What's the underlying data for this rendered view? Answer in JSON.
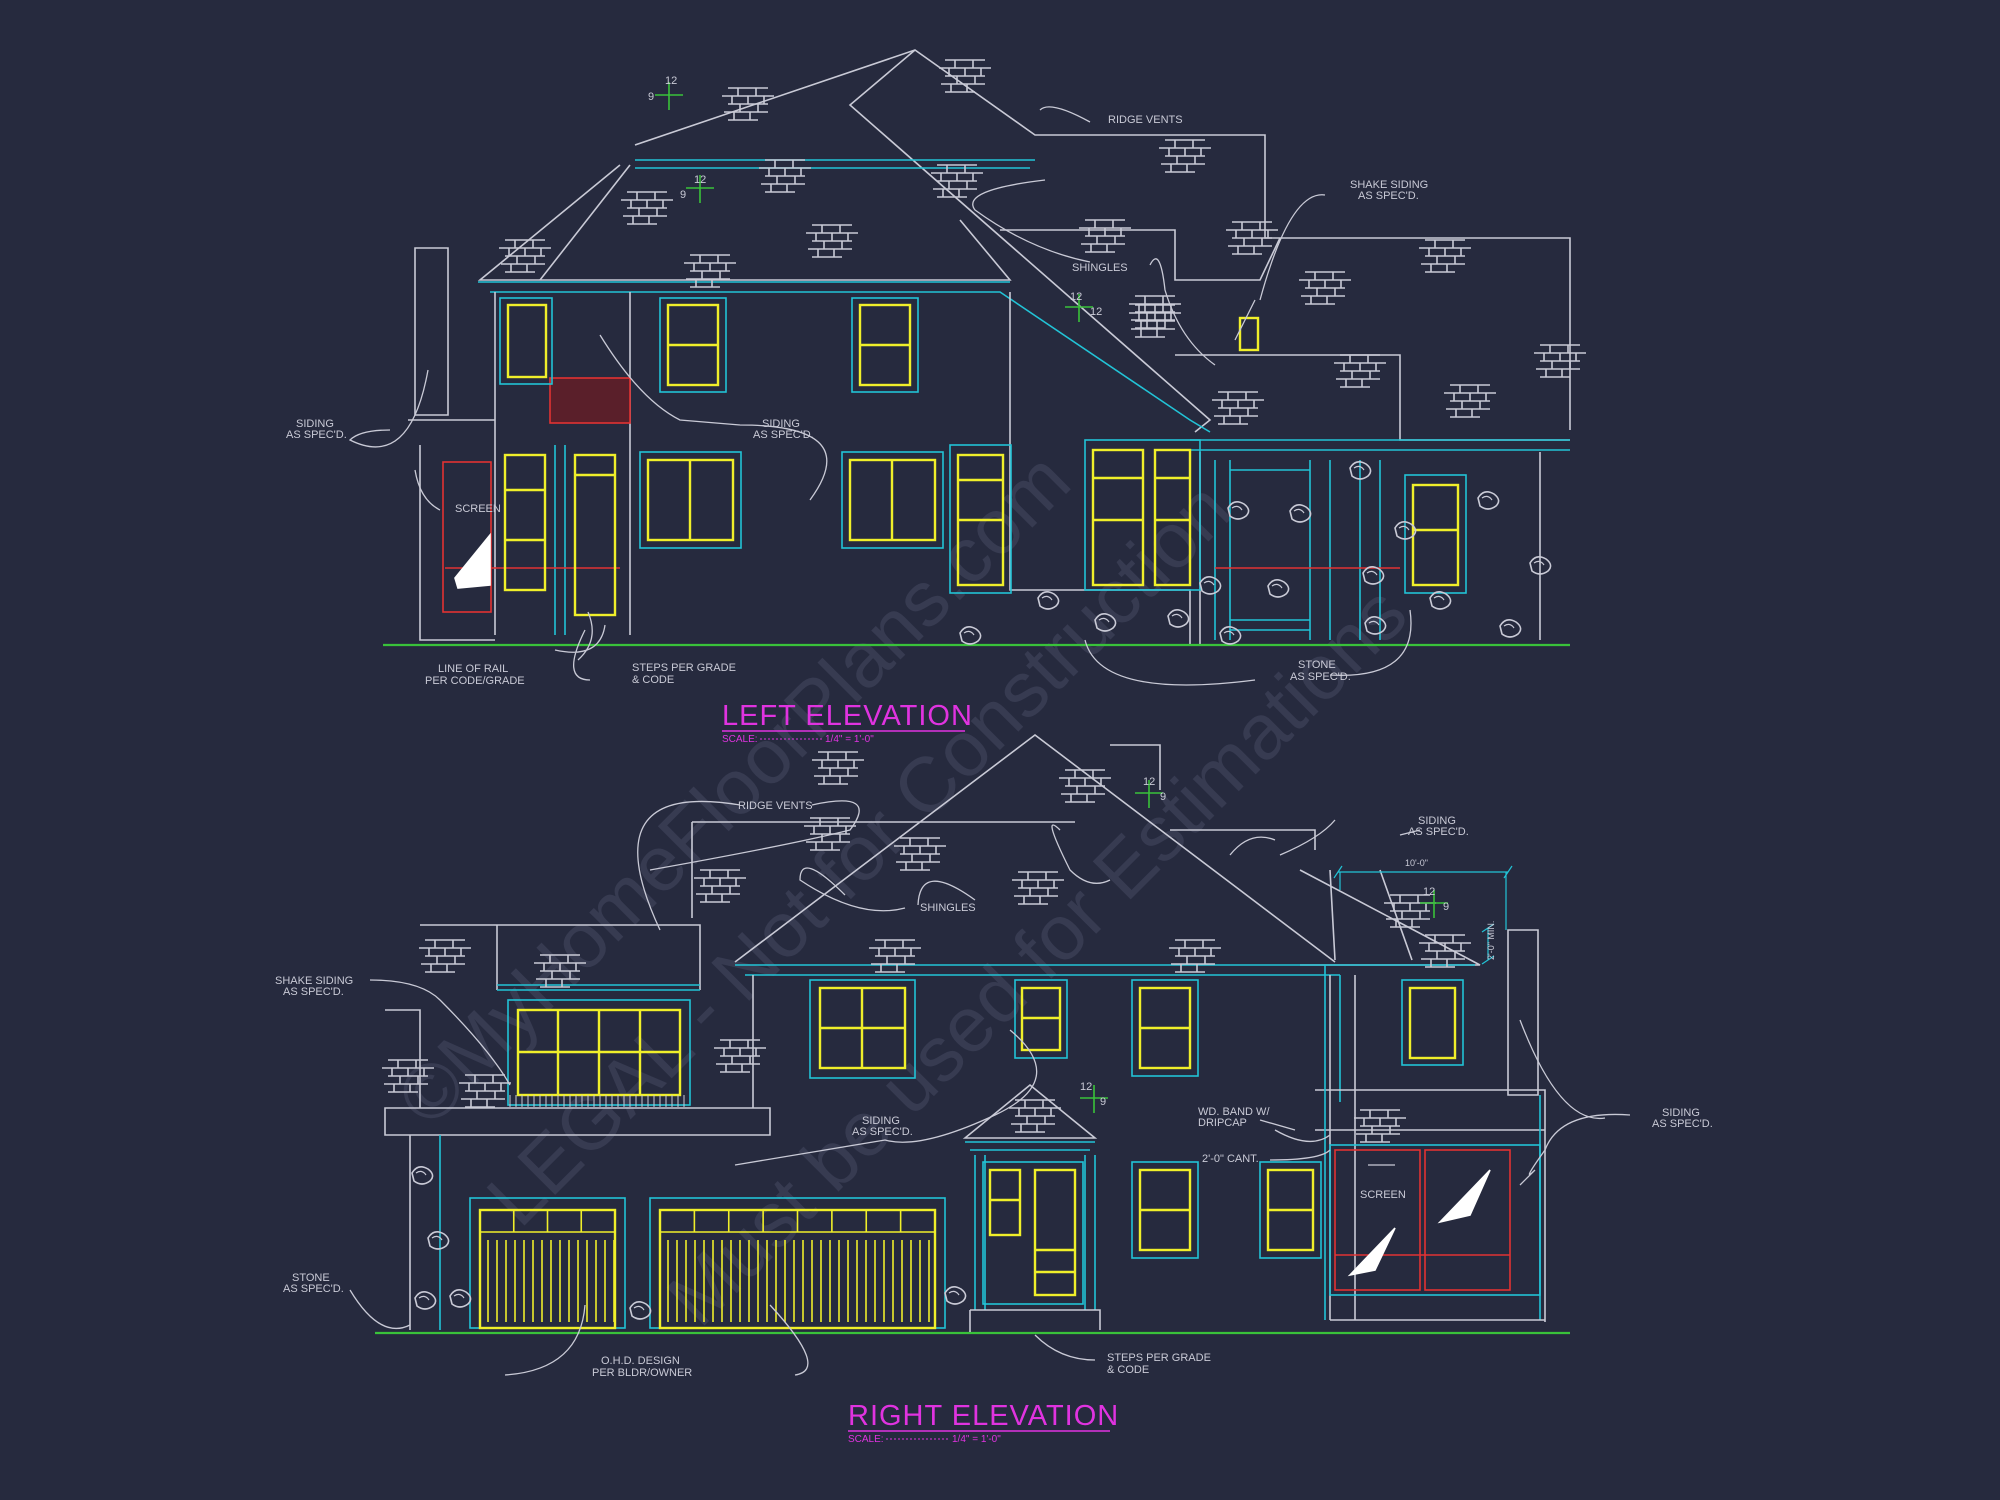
{
  "colors": {
    "background": "#262a3e",
    "linework": "#c9cad6",
    "trim": "#22c3d6",
    "window": "#f0ef2a",
    "title": "#e033e0",
    "grade": "#39c23a",
    "rail": "#e13333",
    "watermark": "#3a3e55"
  },
  "left_elevation": {
    "title": "LEFT ELEVATION",
    "scale_label": "SCALE:",
    "scale_value": "1/4\" = 1'-0\"",
    "notes": {
      "ridge_vents": "RIDGE VENTS",
      "shake_siding_1": "SHAKE SIDING",
      "shake_siding_2": "AS SPEC'D.",
      "shingles": "SHINGLES",
      "siding_left_1": "SIDING",
      "siding_left_2": "AS SPEC'D.",
      "siding_center_1": "SIDING",
      "siding_center_2": "AS SPEC'D.",
      "screen": "SCREEN",
      "line_of_rail_1": "LINE OF RAIL",
      "line_of_rail_2": "PER CODE/GRADE",
      "steps_1": "STEPS PER GRADE",
      "steps_2": "& CODE",
      "stone_1": "STONE",
      "stone_2": "AS SPEC'D."
    },
    "pitch_marks": [
      {
        "rise": "9",
        "run": "12"
      },
      {
        "rise": "9",
        "run": "12"
      },
      {
        "rise": "12",
        "run": "12"
      }
    ]
  },
  "right_elevation": {
    "title": "RIGHT ELEVATION",
    "scale_label": "SCALE:",
    "scale_value": "1/4\" = 1'-0\"",
    "notes": {
      "ridge_vents": "RIDGE VENTS",
      "siding_top_1": "SIDING",
      "siding_top_2": "AS SPEC'D.",
      "shingles": "SHINGLES",
      "shake_siding_1": "SHAKE SIDING",
      "shake_siding_2": "AS SPEC'D.",
      "siding_mid_1": "SIDING",
      "siding_mid_2": "AS SPEC'D.",
      "wd_band_1": "WD. BAND W/",
      "wd_band_2": "DRIPCAP",
      "cant": "2'-0\" CANT.",
      "screen": "SCREEN",
      "siding_right_1": "SIDING",
      "siding_right_2": "AS SPEC'D.",
      "stone_1": "STONE",
      "stone_2": "AS SPEC'D.",
      "ohd_1": "O.H.D. DESIGN",
      "ohd_2": "PER BLDR/OWNER",
      "steps_1": "STEPS PER GRADE",
      "steps_2": "& CODE",
      "dim_width": "10'-0\"",
      "dim_height": "2'-0\" MIN."
    },
    "pitch_marks": [
      {
        "rise": "9",
        "run": "12"
      },
      {
        "rise": "9",
        "run": "12"
      },
      {
        "rise": "9",
        "run": "12"
      }
    ]
  },
  "watermark": {
    "line1": "©MyHomeFloorPlans.com",
    "line2": "LEGAL - Not for Construction",
    "line3": "Must be used for Estimations"
  }
}
